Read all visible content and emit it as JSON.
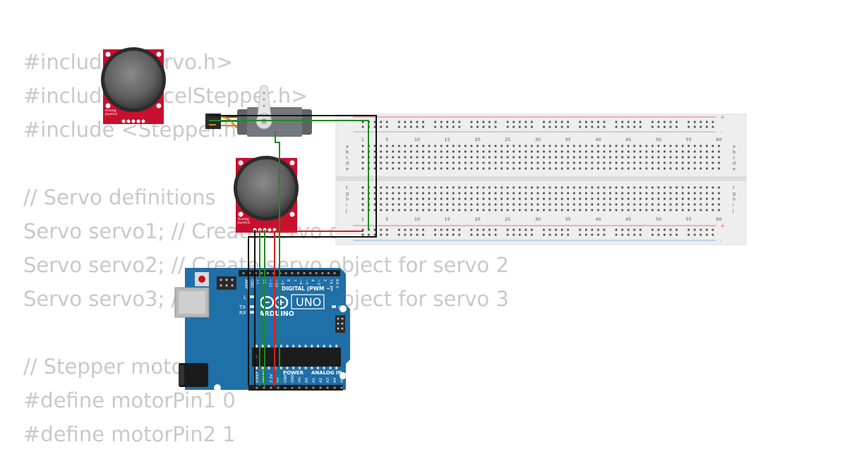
{
  "code_lines": [
    "#include <Servo.h>",
    "#include <AccelStepper.h>",
    "#include <Stepper.h>",
    "",
    "// Servo definitions",
    "Servo servo1; // Create servo object for servo 1",
    "Servo servo2; // Create servo object for servo 2",
    "Servo servo3; // Create servo object for servo 3",
    "",
    "// Stepper motor pins",
    "#define motorPin1 0",
    "#define motorPin2 1"
  ],
  "arduino": {
    "brand": "ARDUINO",
    "model": "UNO",
    "digital_label": "DIGITAL (PWM ~)",
    "power_label": "POWER",
    "analog_label": "ANALOG IN",
    "on_label": "ON",
    "led_labels": [
      "L",
      "TX",
      "RX"
    ],
    "top_pins": [
      "AREF",
      "GND",
      "13",
      "12",
      "~11",
      "~10",
      "~9",
      "8",
      "7",
      "~6",
      "~5",
      "4",
      "~3",
      "2",
      "TX 1",
      "RX 0"
    ],
    "bottom_pins": [
      "IOREF",
      "RESET",
      "3.3V",
      "5V",
      "GND",
      "GND",
      "Vin",
      "A0",
      "A1",
      "A2",
      "A3",
      "A4",
      "A5"
    ]
  },
  "joystick": {
    "label_line1": "Analog",
    "label_line2": "Joystick"
  },
  "breadboard": {
    "column_numbers": [
      "1",
      "5",
      "10",
      "15",
      "20",
      "25",
      "30",
      "35",
      "40",
      "45",
      "50",
      "55",
      "60"
    ],
    "row_letters_top": [
      "a",
      "b",
      "c",
      "d",
      "e"
    ],
    "row_letters_bottom": [
      "f",
      "g",
      "h",
      "i",
      "j"
    ],
    "rail_plus": "+",
    "rail_minus": "-"
  },
  "colors": {
    "wire_black": "#111111",
    "wire_green": "#1e8c1e",
    "wire_red": "#d62020",
    "wire_orange": "#d88a1a",
    "arduino_blue": "#1f6fa8",
    "joystick_red": "#c8102e",
    "breadboard": "#eeeeee"
  }
}
